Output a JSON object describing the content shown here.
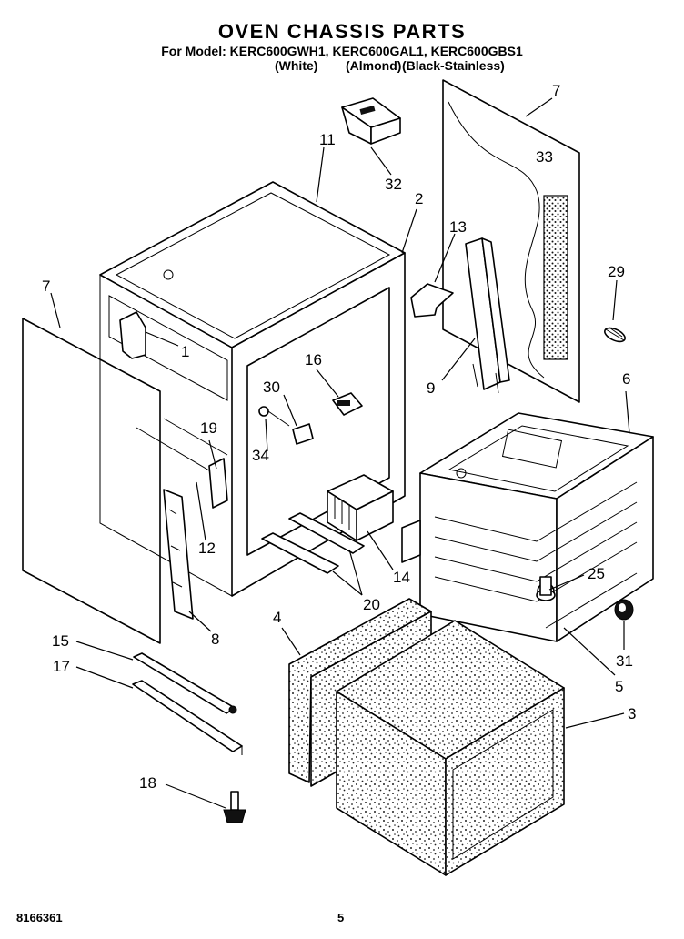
{
  "header": {
    "title": "OVEN CHASSIS PARTS",
    "models": "For Model: KERC600GWH1, KERC600GAL1, KERC600GBS1",
    "variants": [
      "(White)",
      "(Almond)",
      "(Black-Stainless)"
    ]
  },
  "footer": {
    "doc_number": "8166361",
    "page_number": "5"
  },
  "callouts": [
    "7",
    "11",
    "32",
    "7",
    "33",
    "2",
    "13",
    "29",
    "1",
    "16",
    "30",
    "9",
    "6",
    "19",
    "34",
    "12",
    "14",
    "25",
    "20",
    "8",
    "4",
    "31",
    "15",
    "5",
    "17",
    "3",
    "18"
  ]
}
